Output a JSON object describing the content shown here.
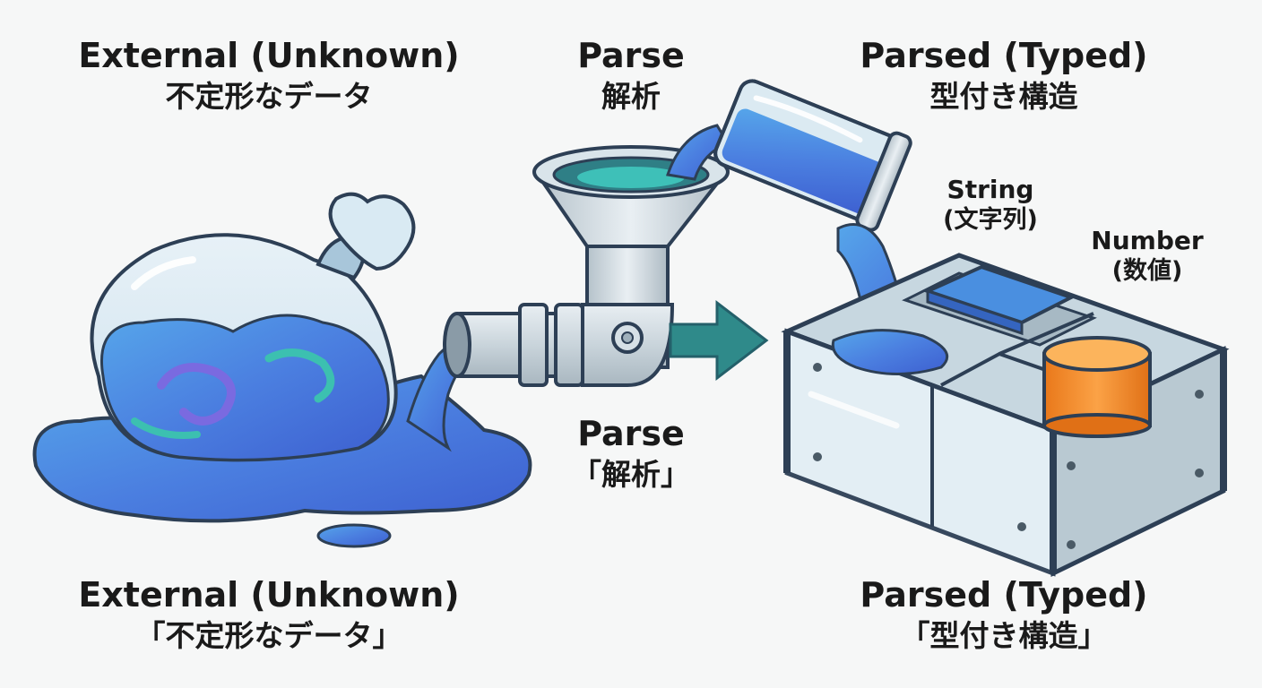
{
  "labels": {
    "external_top": {
      "en": "External (Unknown)",
      "ja": "不定形なデータ"
    },
    "parse_top": {
      "en": "Parse",
      "ja": "解析"
    },
    "parsed_top": {
      "en": "Parsed (Typed)",
      "ja": "型付き構造"
    },
    "string": {
      "en": "String",
      "ja": "(文字列)"
    },
    "number": {
      "en": "Number",
      "ja": "(数値)"
    },
    "parse_mid": {
      "en": "Parse",
      "ja": "「解析」"
    },
    "external_bottom": {
      "en": "External (Unknown)",
      "ja": "「不定形なデータ」"
    },
    "parsed_bottom": {
      "en": "Parsed (Typed)",
      "ja": "「型付き構造」"
    }
  },
  "colors": {
    "liquid": "#4a8fe0",
    "liquid_dark": "#5a6ad8",
    "liquid_teal": "#3cc0b0",
    "metal": "#cfd9df",
    "outline": "#3a4a58",
    "arrow": "#2f8a8a",
    "cylinder": "#f5912a",
    "glass": "#dbeaf2"
  }
}
